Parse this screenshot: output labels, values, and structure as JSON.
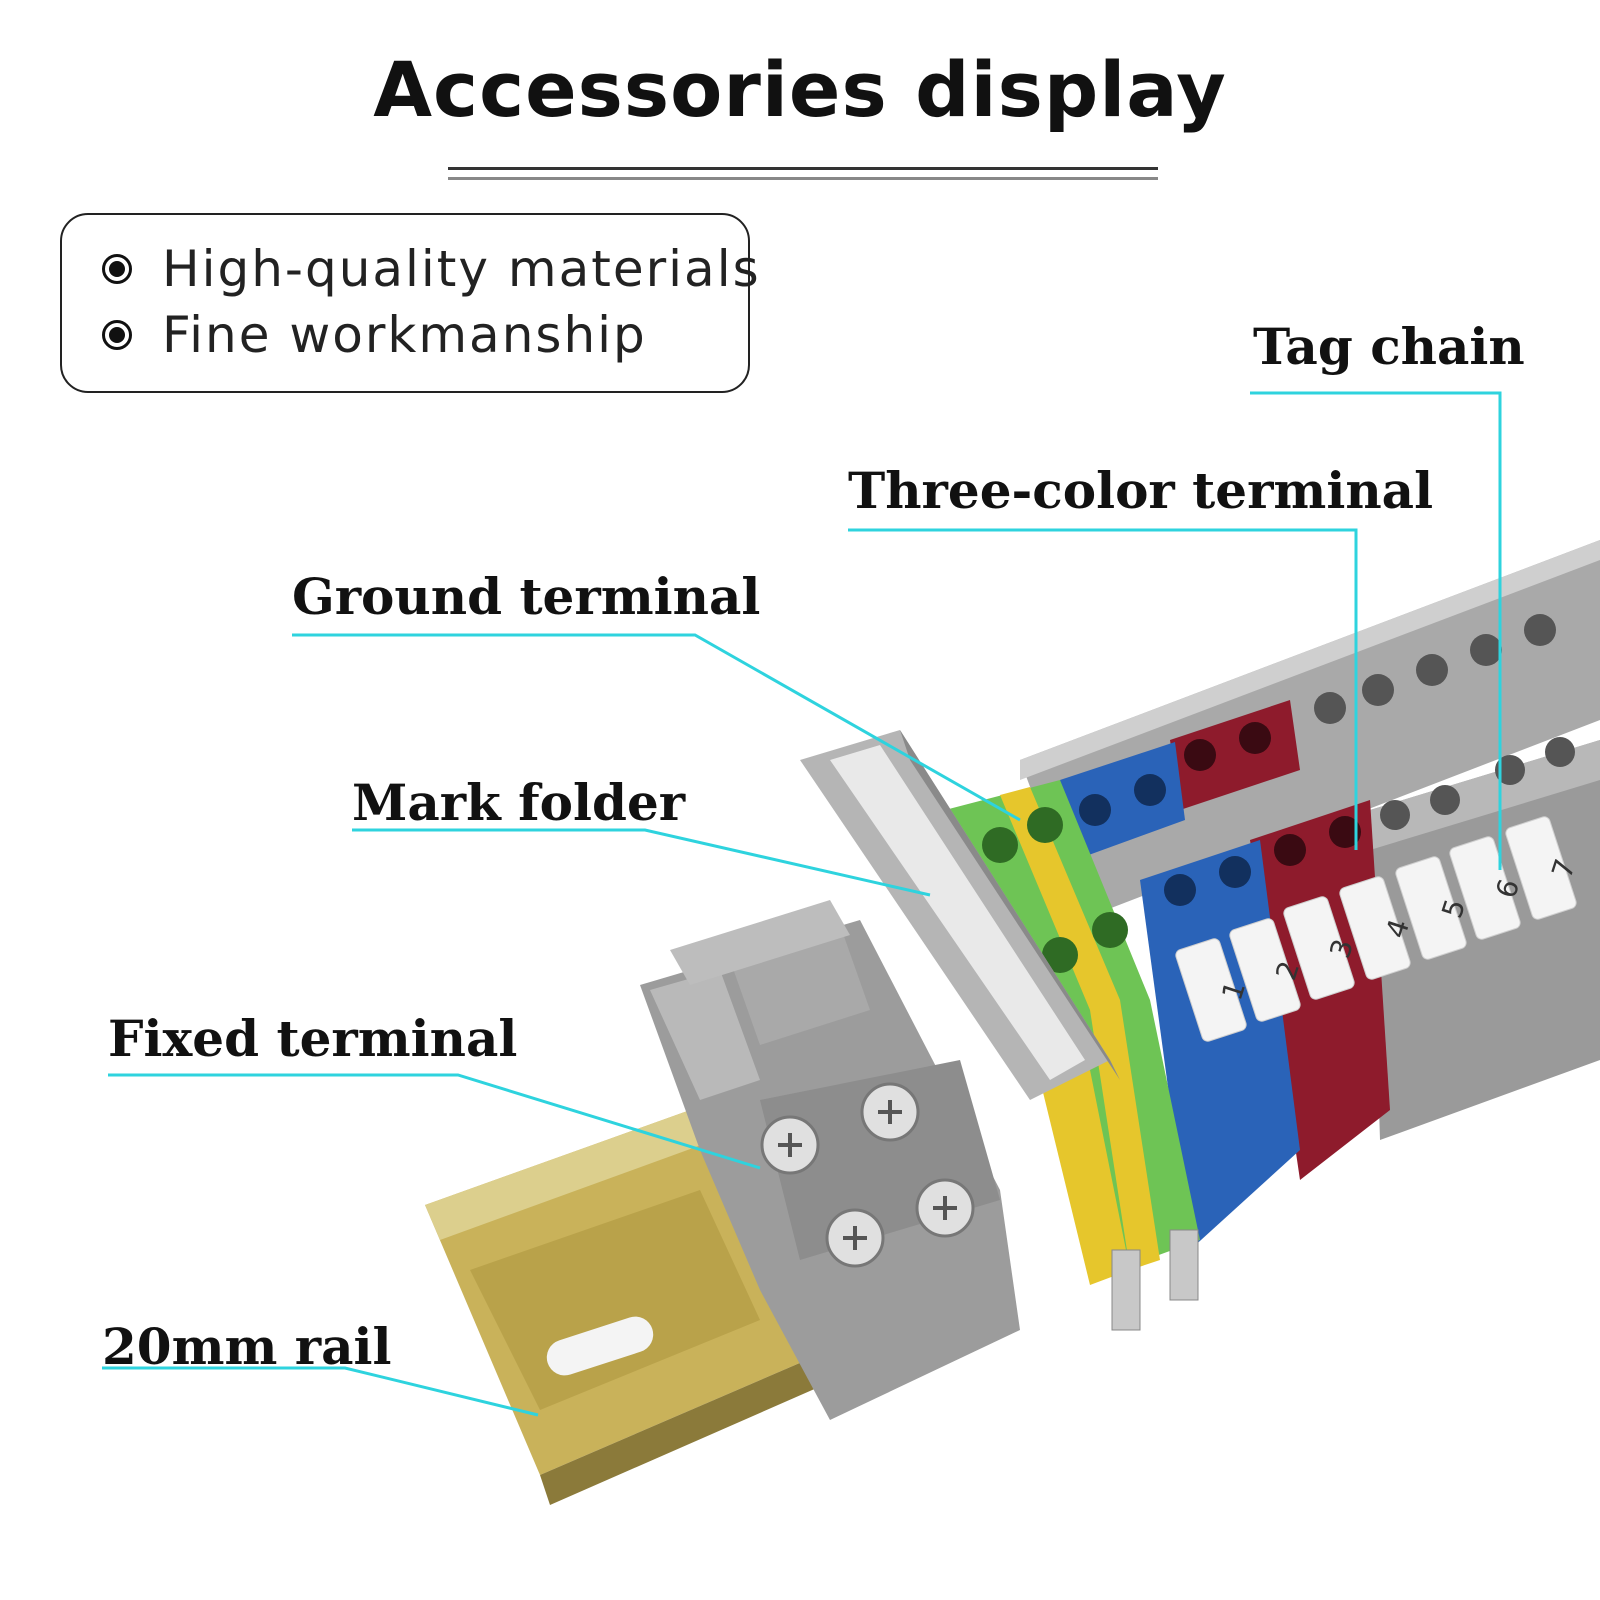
{
  "title": "Accessories display",
  "features": [
    "High-quality materials",
    "Fine workmanship"
  ],
  "callouts": {
    "tag_chain": "Tag chain",
    "three_color_terminal": "Three-color terminal",
    "ground_terminal": "Ground terminal",
    "mark_folder": "Mark folder",
    "fixed_terminal": "Fixed terminal",
    "rail": "20mm rail"
  },
  "tag_numbers": [
    "1",
    "2",
    "3",
    "4",
    "5",
    "6",
    "7"
  ],
  "colors": {
    "leader_line": "#2ed3de",
    "terminal_grey": "#9a9a9a",
    "terminal_blue": "#2a63b8",
    "terminal_red": "#8e1b2c",
    "terminal_green": "#6ec455",
    "terminal_yellow": "#e6c62c",
    "rail_metal": "#c9b25a"
  }
}
